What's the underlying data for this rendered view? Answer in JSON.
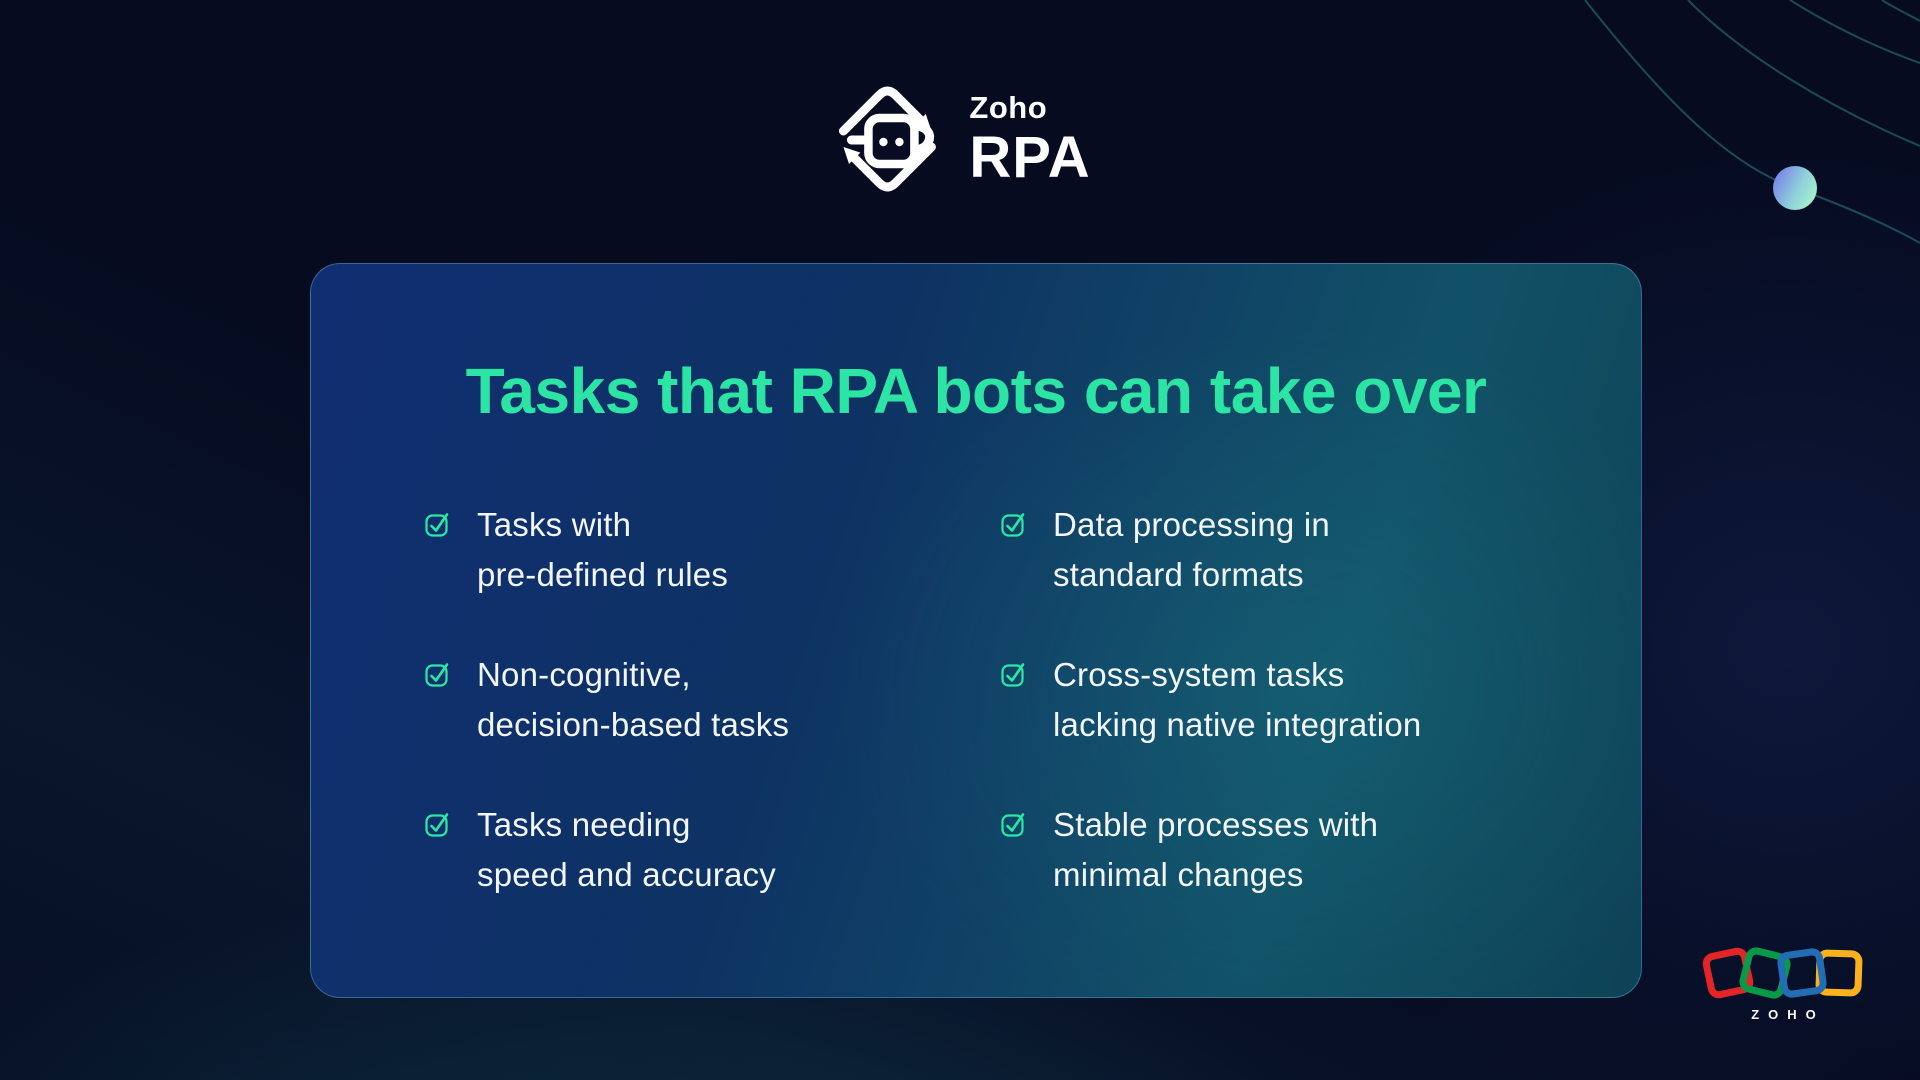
{
  "header": {
    "brand_top": "Zoho",
    "brand_bottom": "RPA",
    "icon": "rpa-bot-cycle-icon"
  },
  "card": {
    "title": "Tasks that RPA bots can take over",
    "items_left": [
      {
        "icon": "checked-checkbox-icon",
        "text": "Tasks with\npre-defined rules"
      },
      {
        "icon": "checked-checkbox-icon",
        "text": "Non-cognitive,\ndecision-based tasks"
      },
      {
        "icon": "checked-checkbox-icon",
        "text": "Tasks needing\nspeed and accuracy"
      }
    ],
    "items_right": [
      {
        "icon": "checked-checkbox-icon",
        "text": "Data processing in\nstandard formats"
      },
      {
        "icon": "checked-checkbox-icon",
        "text": "Cross-system tasks\nlacking native integration"
      },
      {
        "icon": "checked-checkbox-icon",
        "text": "Stable processes with\nminimal changes"
      }
    ]
  },
  "footer": {
    "logo_text": "ZOHO",
    "logo_squares": [
      "red",
      "green",
      "blue",
      "yellow"
    ]
  },
  "decor": {
    "sphere": "gradient-sphere",
    "lines": "orbit-lines"
  },
  "colors": {
    "page_background": "#060B20",
    "card_gradient_start": "#102E72",
    "card_gradient_end": "#0E4256",
    "title_green": "#2CE4A3",
    "checkbox_green": "#2BE8A5",
    "text_white": "#F3F6F9",
    "zoho_red": "#E42527",
    "zoho_green": "#089949",
    "zoho_blue": "#226DB4",
    "zoho_yellow": "#F9B21D",
    "orbit_line": "#1D4A57",
    "sphere_gradient_start": "#7A83EA",
    "sphere_gradient_end": "#A6F1CD"
  }
}
